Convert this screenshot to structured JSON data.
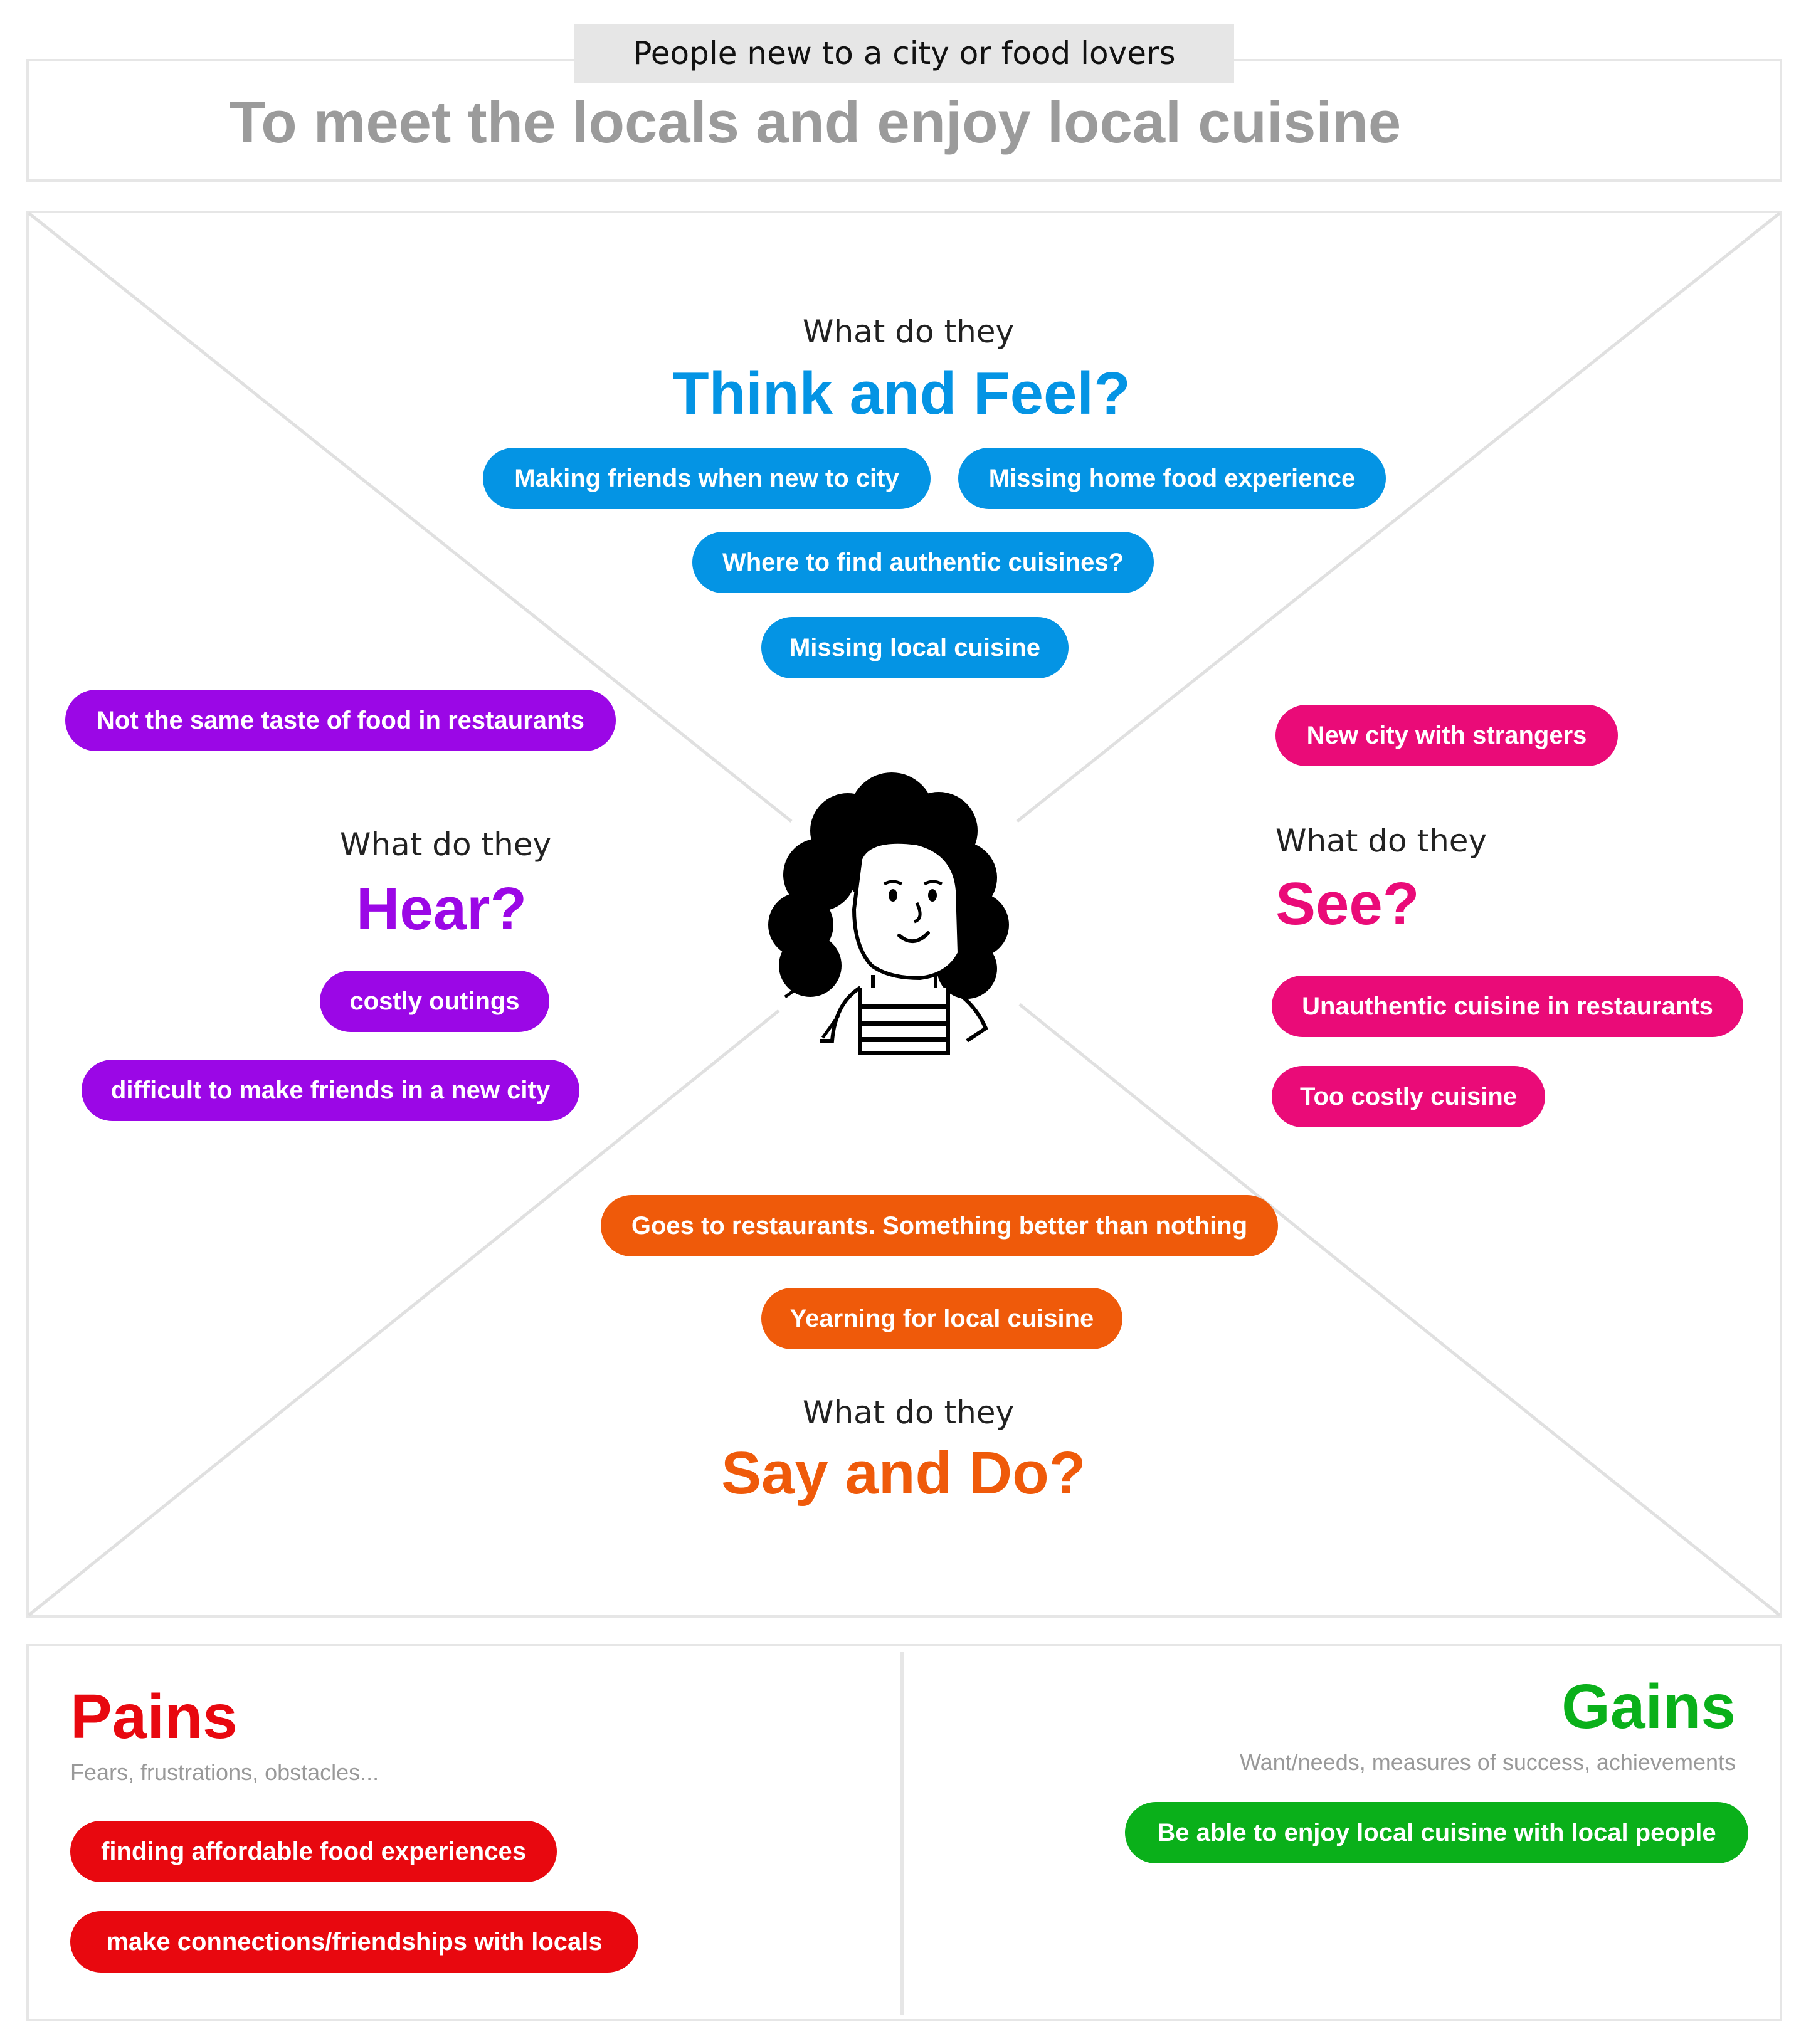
{
  "header": {
    "persona": "People new to a city or food lovers",
    "goal": "To meet the locals and enjoy local cuisine"
  },
  "map": {
    "think_feel": {
      "prefix": "What do they",
      "title": "Think and Feel?",
      "color": "#0494e4",
      "items": [
        "Making friends when new to city",
        "Missing home food experience",
        "Where to find authentic cuisines?",
        "Missing local cuisine"
      ]
    },
    "hear": {
      "prefix": "What do they",
      "title": "Hear?",
      "color": "#9b07e6",
      "items": [
        "Not the same taste of food in restaurants",
        "costly outings",
        "difficult to make friends in a new city"
      ]
    },
    "see": {
      "prefix": "What do they",
      "title": "See?",
      "color": "#ea0b78",
      "items": [
        "New city with strangers",
        "Unauthentic cuisine in restaurants",
        "Too costly cuisine"
      ]
    },
    "say_do": {
      "prefix": "What do they",
      "title": "Say and Do?",
      "color": "#ef5a0a",
      "items": [
        "Goes to restaurants. Something better than nothing",
        "Yearning for local cuisine"
      ]
    },
    "persona_icon": "woman-avatar-icon"
  },
  "pains": {
    "title": "Pains",
    "subtitle": "Fears, frustrations, obstacles...",
    "color": "#e8080f",
    "items": [
      "finding affordable food experiences",
      "make connections/friendships with locals"
    ]
  },
  "gains": {
    "title": "Gains",
    "subtitle": "Want/needs, measures of success, achievements",
    "color": "#0ab01a",
    "items": [
      "Be able to enjoy local cuisine with local people"
    ]
  }
}
